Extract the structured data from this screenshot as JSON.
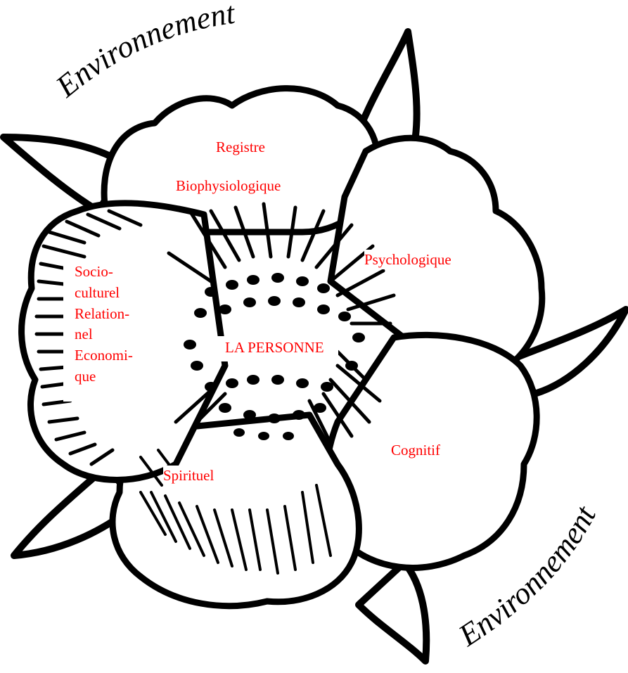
{
  "diagram": {
    "environment_top": "Environnement",
    "environment_bottom": "Environnement",
    "center": "LA PERSONNE",
    "petals": {
      "top_line1": "Registre",
      "top_line2": "Biophysiologique",
      "right_upper": "Psychologique",
      "right_lower": "Cognitif",
      "bottom": "Spirituel",
      "left_lines": [
        "Socio-",
        "culturel",
        "Relation-",
        "nel",
        "Economi-",
        "que"
      ]
    },
    "colors": {
      "label": "#ff0000",
      "outline": "#000000",
      "background": "#ffffff"
    }
  }
}
